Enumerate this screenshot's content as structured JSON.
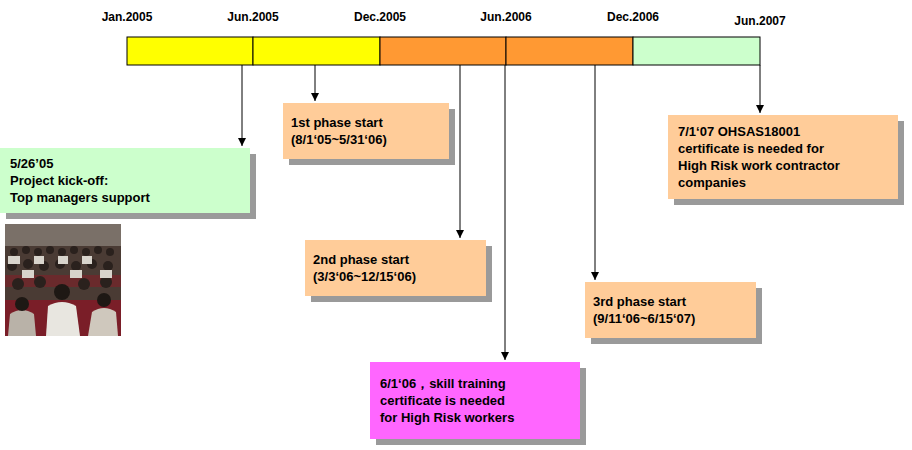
{
  "diagram": {
    "nodes": [
      {
        "text": [
          "5/26’05",
          "Project kick-off:",
          "Top managers support"
        ]
      },
      {
        "text": [
          "1st phase start",
          "(8/1‘05~5/31‘06)"
        ]
      },
      {
        "text": [
          "2nd phase start",
          "(3/3‘06~12/15‘06)"
        ]
      },
      {
        "text": [
          "6/1‘06，skill training certificate is needed for High Risk workers"
        ]
      },
      {
        "text": [
          "3rd phase start",
          "(9/11‘06~6/15‘07)"
        ]
      },
      {
        "text": [
          "7/1‘07 OHSAS18001 certificate is needed for High Risk work contractor companies"
        ]
      }
    ],
    "labels": [
      "Jan.2005",
      "Jun.2005",
      "Dec.2005",
      "Jun.2006",
      "Dec.2006",
      "Jun.2007"
    ]
  }
}
